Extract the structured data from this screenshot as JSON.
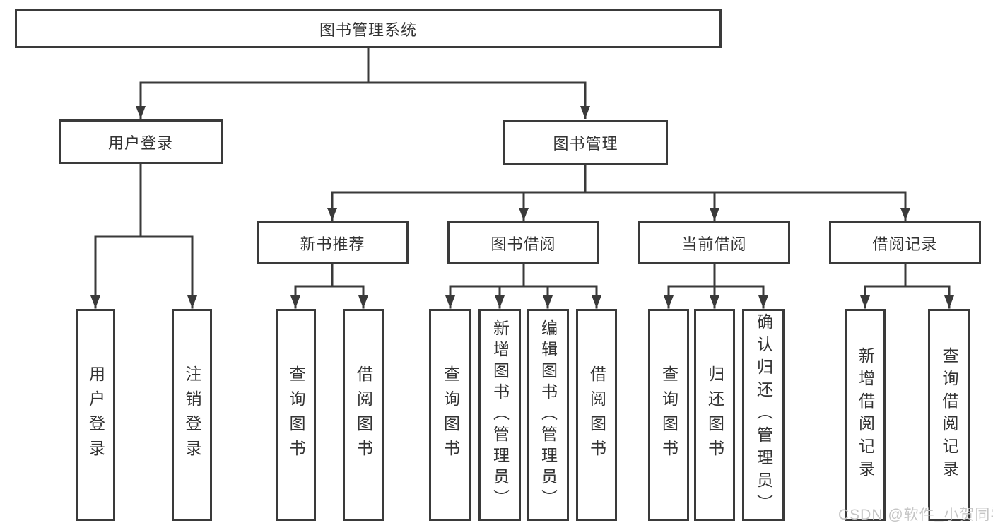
{
  "diagram": {
    "type": "hierarchy-tree",
    "colors": {
      "line": "#3a3a3a",
      "text": "#333333",
      "box_fill": "#ffffff",
      "watermark": "#c5c5c5"
    },
    "tree": {
      "label": "图书管理系统",
      "children": [
        {
          "label": "用户登录",
          "children": [
            {
              "label": "用户登录"
            },
            {
              "label": "注销登录"
            }
          ]
        },
        {
          "label": "图书管理",
          "children": [
            {
              "label": "新书推荐",
              "children": [
                {
                  "label": "查询图书"
                },
                {
                  "label": "借阅图书"
                }
              ]
            },
            {
              "label": "图书借阅",
              "children": [
                {
                  "label": "查询图书"
                },
                {
                  "label": "新增图书（管理员）"
                },
                {
                  "label": "编辑图书（管理员）"
                },
                {
                  "label": "借阅图书"
                }
              ]
            },
            {
              "label": "当前借阅",
              "children": [
                {
                  "label": "查询图书"
                },
                {
                  "label": "归还图书"
                },
                {
                  "label": "确认归还（管理员）"
                }
              ]
            },
            {
              "label": "借阅记录",
              "children": [
                {
                  "label": "新增借阅记录"
                },
                {
                  "label": "查询借阅记录"
                }
              ]
            }
          ]
        }
      ]
    },
    "watermark": {
      "text": "CSDN @软件_小贺同学"
    }
  }
}
